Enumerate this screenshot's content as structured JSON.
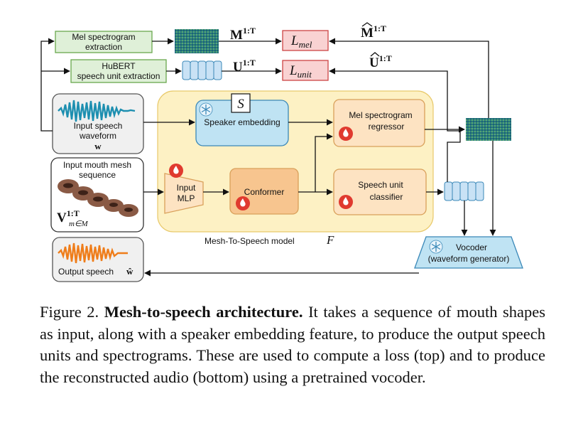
{
  "diagram": {
    "mel_extraction": [
      "Mel spectrogram",
      "extraction"
    ],
    "hubert_extraction": [
      "HuBERT",
      "speech unit extraction"
    ],
    "M_symbol": "M",
    "M_superscript": "1:T",
    "M_hat_symbol": "M",
    "M_hat_superscript": "1:T",
    "U_symbol": "U",
    "U_superscript": "1:T",
    "U_hat_symbol": "U",
    "U_hat_superscript": "1:T",
    "loss_mel_L": "L",
    "loss_mel_sub": "mel",
    "loss_unit_L": "L",
    "loss_unit_sub": "unit",
    "input_speech": [
      "Input speech",
      "waveform"
    ],
    "input_speech_symbol": "w",
    "input_mesh": [
      "Input mouth mesh",
      "sequence"
    ],
    "mesh_symbol": "V",
    "mesh_superscript": "1:T",
    "mesh_subscript": "m∈M",
    "output_speech": "Output speech",
    "output_symbol": "ŵ",
    "speaker_embedding": "Speaker embedding",
    "speaker_symbol": "S",
    "mel_regressor": [
      "Mel spectrogram",
      "regressor"
    ],
    "input_mlp": [
      "Input",
      "MLP"
    ],
    "conformer": "Conformer",
    "unit_classifier": [
      "Speech unit",
      "classifier"
    ],
    "model_label": "Mesh-To-Speech model",
    "model_symbol": "F",
    "vocoder": [
      "Vocoder",
      "(waveform generator)"
    ],
    "colors": {
      "green_fill": "#dff0d8",
      "green_stroke": "#6aa84f",
      "blue_fill": "#bfe3f3",
      "blue_stroke": "#3a88b8",
      "orange_fill": "#fde3c2",
      "orange_stroke": "#d9a05a",
      "conformer_fill": "#f7c58f",
      "model_bg": "#fdf1c4",
      "gray_fill": "#f0f0f0",
      "flame": "#e03a2f",
      "wave_blue": "#1d8fb0",
      "wave_orange": "#ef7d1a"
    },
    "icons": [
      "snowflake-icon",
      "flame-icon",
      "waveform-icon",
      "spectrogram-icon",
      "unit-tokens-icon",
      "mesh-icon"
    ]
  },
  "caption": {
    "label": "Figure 2.",
    "title": "Mesh-to-speech architecture.",
    "text": "It takes a sequence of mouth shapes as input, along with a speaker embedding feature, to produce the output speech units and spectrograms. These are used to compute a loss (top) and to produce the reconstructed audio (bottom) using a pretrained vocoder."
  }
}
